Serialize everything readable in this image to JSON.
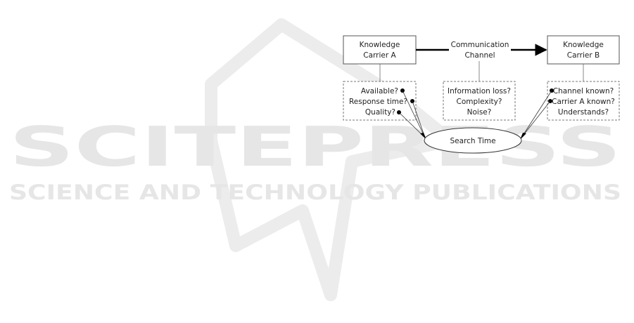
{
  "watermark": {
    "main": "SCITEPRESS",
    "sub": "SCIENCE AND TECHNOLOGY PUBLICATIONS",
    "color": "#e6e6e6"
  },
  "diagram": {
    "carrier_a": {
      "line1": "Knowledge",
      "line2": "Carrier A"
    },
    "carrier_b": {
      "line1": "Knowledge",
      "line2": "Carrier B"
    },
    "channel": {
      "line1": "Communication",
      "line2": "Channel"
    },
    "carrier_a_factors": [
      "Available?",
      "Response time?",
      "Quality?"
    ],
    "channel_factors": [
      "Information loss?",
      "Complexity?",
      "Noise?"
    ],
    "carrier_b_factors": [
      "Channel known?",
      "Carrier A known?",
      "Understands?"
    ],
    "search_time": "Search Time",
    "colors": {
      "stroke": "#555555",
      "text": "#222222",
      "arrow": "#000000",
      "dashed": "#777777"
    }
  }
}
